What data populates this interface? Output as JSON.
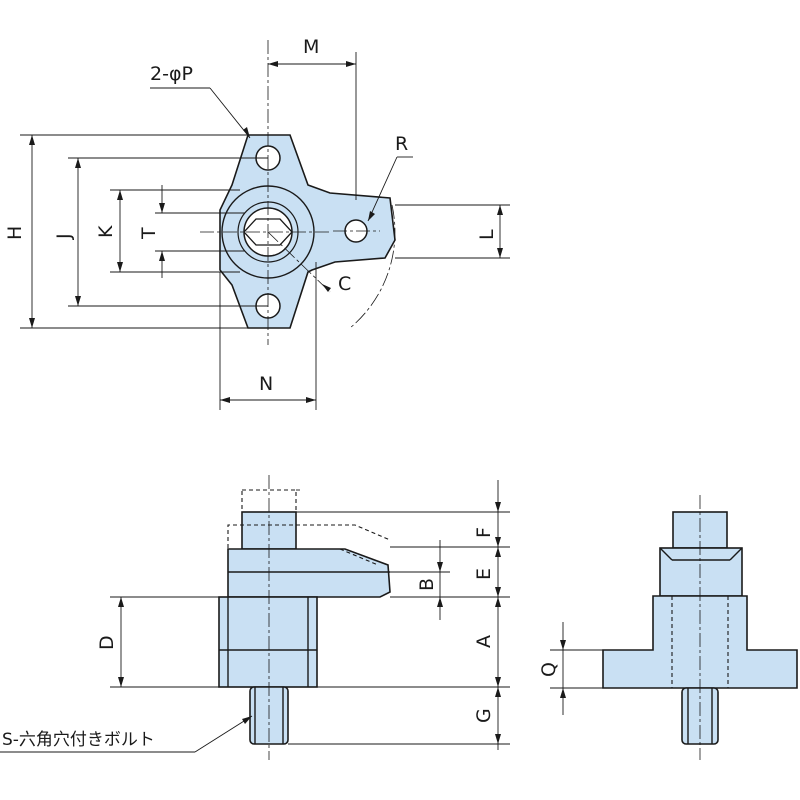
{
  "diagram": {
    "part_fill": "#c9e0f3",
    "line_color": "#1a1a1a",
    "labels": {
      "M": "M",
      "P": "2-φP",
      "R": "R",
      "H": "H",
      "J": "J",
      "K": "K",
      "T": "T",
      "L": "L",
      "C": "C",
      "N": "N",
      "F": "F",
      "E": "E",
      "B": "B",
      "D": "D",
      "A": "A",
      "G": "G",
      "Q": "Q",
      "S": "S-六角穴付きボルト"
    }
  }
}
